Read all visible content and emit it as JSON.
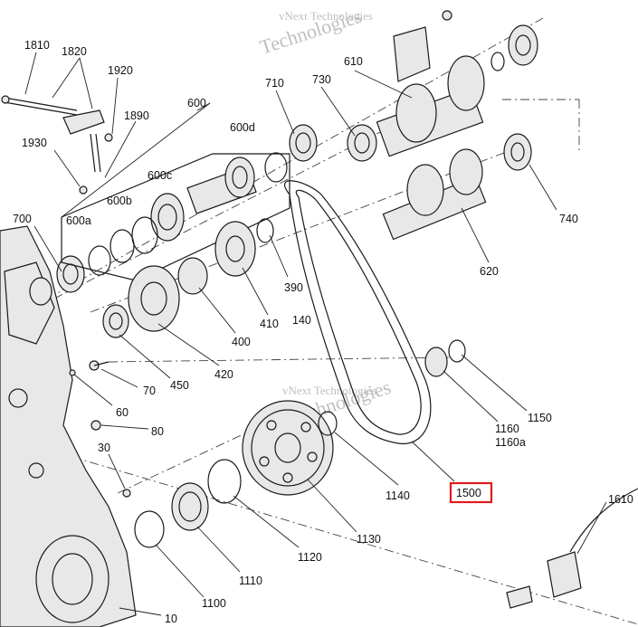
{
  "watermark": {
    "line1": "vNext Technologies",
    "line2": "Technologies"
  },
  "highlight": {
    "part": "1500",
    "color": "#e01b1b"
  },
  "callouts": [
    {
      "id": "1810",
      "label": "1810"
    },
    {
      "id": "1820",
      "label": "1820"
    },
    {
      "id": "1920",
      "label": "1920"
    },
    {
      "id": "1890",
      "label": "1890"
    },
    {
      "id": "1930",
      "label": "1930"
    },
    {
      "id": "600",
      "label": "600"
    },
    {
      "id": "600d",
      "label": "600d"
    },
    {
      "id": "600c",
      "label": "600c"
    },
    {
      "id": "600b",
      "label": "600b"
    },
    {
      "id": "600a",
      "label": "600a"
    },
    {
      "id": "710",
      "label": "710"
    },
    {
      "id": "730",
      "label": "730"
    },
    {
      "id": "610",
      "label": "610"
    },
    {
      "id": "700",
      "label": "700"
    },
    {
      "id": "740",
      "label": "740"
    },
    {
      "id": "620",
      "label": "620"
    },
    {
      "id": "390",
      "label": "390"
    },
    {
      "id": "410",
      "label": "410"
    },
    {
      "id": "140",
      "label": "140"
    },
    {
      "id": "400",
      "label": "400"
    },
    {
      "id": "420",
      "label": "420"
    },
    {
      "id": "450",
      "label": "450"
    },
    {
      "id": "70",
      "label": "70"
    },
    {
      "id": "60",
      "label": "60"
    },
    {
      "id": "80",
      "label": "80"
    },
    {
      "id": "30",
      "label": "30"
    },
    {
      "id": "1150",
      "label": "1150"
    },
    {
      "id": "1160",
      "label": "1160"
    },
    {
      "id": "1160a",
      "label": "1160a"
    },
    {
      "id": "1140",
      "label": "1140"
    },
    {
      "id": "1500",
      "label": "1500"
    },
    {
      "id": "1610",
      "label": "1610"
    },
    {
      "id": "1130",
      "label": "1130"
    },
    {
      "id": "1120",
      "label": "1120"
    },
    {
      "id": "1110",
      "label": "1110"
    },
    {
      "id": "1100",
      "label": "1100"
    },
    {
      "id": "10",
      "label": "10"
    }
  ]
}
